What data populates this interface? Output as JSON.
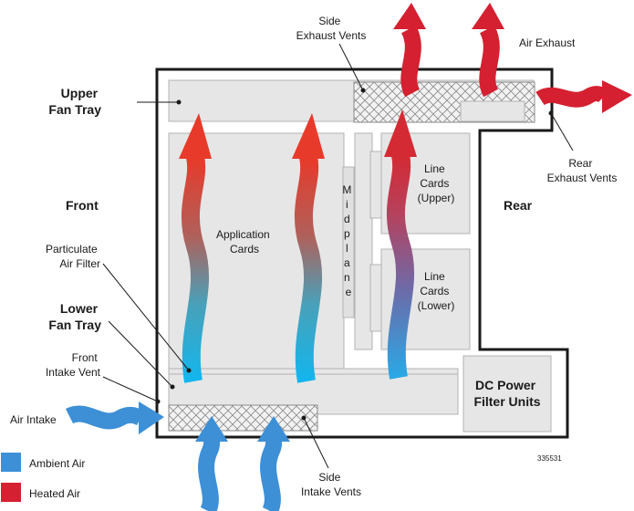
{
  "labels": {
    "side_exhaust": [
      "Side",
      "Exhaust Vents"
    ],
    "air_exhaust": "Air Exhaust",
    "upper_fan_tray": [
      "Upper",
      "Fan Tray"
    ],
    "front": "Front",
    "rear": "Rear",
    "rear_exhaust": [
      "Rear",
      "Exhaust Vents"
    ],
    "application_cards": [
      "Application",
      "Cards"
    ],
    "midplane": [
      "M",
      "i",
      "d",
      "p",
      "l",
      "a",
      "n",
      "e"
    ],
    "line_cards_upper": [
      "Line",
      "Cards",
      "(Upper)"
    ],
    "line_cards_lower": [
      "Line",
      "Cards",
      "(Lower)"
    ],
    "particulate_filter": [
      "Particulate",
      "Air Filter"
    ],
    "lower_fan_tray": [
      "Lower",
      "Fan Tray"
    ],
    "front_intake": [
      "Front",
      "Intake Vent"
    ],
    "air_intake": "Air Intake",
    "dc_power": [
      "DC Power",
      "Filter Units"
    ],
    "side_intake": [
      "Side",
      "Intake Vents"
    ],
    "figure_id": "335531"
  },
  "legend": [
    {
      "label": "Ambient Air",
      "color": "#3d8fd6"
    },
    {
      "label": "Heated Air",
      "color": "#d42030"
    }
  ],
  "colors": {
    "ambient": "#3d8fd6",
    "heated": "#d42030",
    "cyan": "#1ab8e8",
    "panel": "#e6e6e6",
    "panel_stroke": "#b3b3b3",
    "chassis": "#1a1a1a"
  }
}
